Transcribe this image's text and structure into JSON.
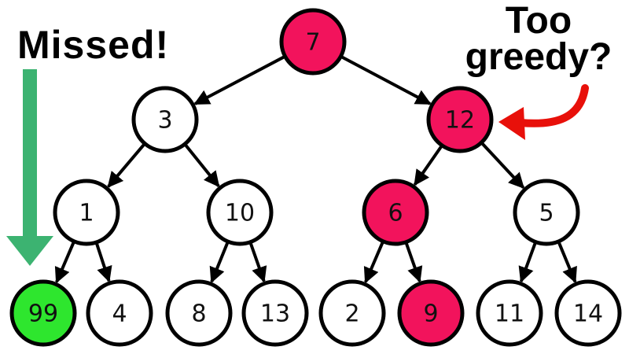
{
  "colors": {
    "node_default_fill": "#ffffff",
    "node_greedy_fill": "#f2135c",
    "node_best_fill": "#2ee62e",
    "stroke": "#000000",
    "missed_arrow": "#3cb371",
    "greedy_arrow": "#e8100a"
  },
  "callouts": {
    "missed": "Missed!",
    "greedy_line1": "Too",
    "greedy_line2": "greedy?"
  },
  "tree": {
    "nodes": [
      {
        "id": "n7",
        "label": "7",
        "state": "greedy"
      },
      {
        "id": "n3",
        "label": "3",
        "state": "default"
      },
      {
        "id": "n12",
        "label": "12",
        "state": "greedy"
      },
      {
        "id": "n1",
        "label": "1",
        "state": "default"
      },
      {
        "id": "n10",
        "label": "10",
        "state": "default"
      },
      {
        "id": "n6",
        "label": "6",
        "state": "greedy"
      },
      {
        "id": "n5",
        "label": "5",
        "state": "default"
      },
      {
        "id": "n99",
        "label": "99",
        "state": "best"
      },
      {
        "id": "n4",
        "label": "4",
        "state": "default"
      },
      {
        "id": "n8",
        "label": "8",
        "state": "default"
      },
      {
        "id": "n13",
        "label": "13",
        "state": "default"
      },
      {
        "id": "n2",
        "label": "2",
        "state": "default"
      },
      {
        "id": "n9",
        "label": "9",
        "state": "greedy"
      },
      {
        "id": "n11",
        "label": "11",
        "state": "default"
      },
      {
        "id": "n14",
        "label": "14",
        "state": "default"
      }
    ],
    "edges": [
      [
        "n7",
        "n3"
      ],
      [
        "n7",
        "n12"
      ],
      [
        "n3",
        "n1"
      ],
      [
        "n3",
        "n10"
      ],
      [
        "n12",
        "n6"
      ],
      [
        "n12",
        "n5"
      ],
      [
        "n1",
        "n99"
      ],
      [
        "n1",
        "n4"
      ],
      [
        "n10",
        "n8"
      ],
      [
        "n10",
        "n13"
      ],
      [
        "n6",
        "n2"
      ],
      [
        "n6",
        "n9"
      ],
      [
        "n5",
        "n11"
      ],
      [
        "n5",
        "n14"
      ]
    ]
  }
}
